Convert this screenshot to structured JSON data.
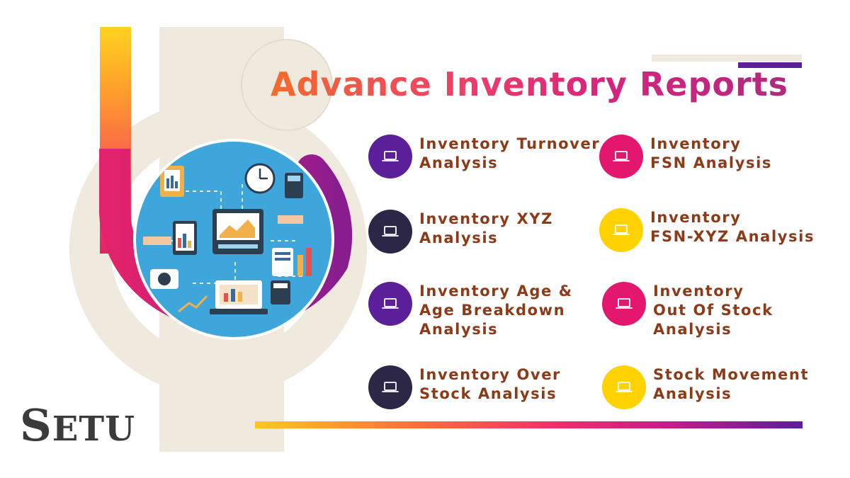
{
  "title": "Advance Inventory Reports",
  "logo": {
    "first": "S",
    "rest": "ETU"
  },
  "colors": {
    "purple": "#5b1f9a",
    "navy": "#2c2746",
    "magenta": "#e3176d",
    "yellow": "#ffd200",
    "text": "#8c3a18"
  },
  "reports": [
    {
      "lines": [
        "Inventory Turnover",
        "Analysis"
      ],
      "icon": "laptop-icon",
      "color": "purple"
    },
    {
      "lines": [
        "Inventory",
        "FSN Analysis"
      ],
      "icon": "laptop-icon",
      "color": "magenta"
    },
    {
      "lines": [
        "Inventory XYZ",
        "Analysis"
      ],
      "icon": "laptop-icon",
      "color": "navy"
    },
    {
      "lines": [
        "Inventory",
        "FSN-XYZ Analysis"
      ],
      "icon": "laptop-icon",
      "color": "yellow"
    },
    {
      "lines": [
        "Inventory Age &",
        "Age Breakdown",
        "Analysis"
      ],
      "icon": "laptop-icon",
      "color": "purple"
    },
    {
      "lines": [
        "Inventory",
        "Out Of Stock",
        "Analysis"
      ],
      "icon": "laptop-icon",
      "color": "magenta"
    },
    {
      "lines": [
        "Inventory Over",
        "Stock Analysis"
      ],
      "icon": "laptop-icon",
      "color": "navy"
    },
    {
      "lines": [
        "Stock Movement",
        "Analysis"
      ],
      "icon": "laptop-icon",
      "color": "yellow"
    }
  ]
}
